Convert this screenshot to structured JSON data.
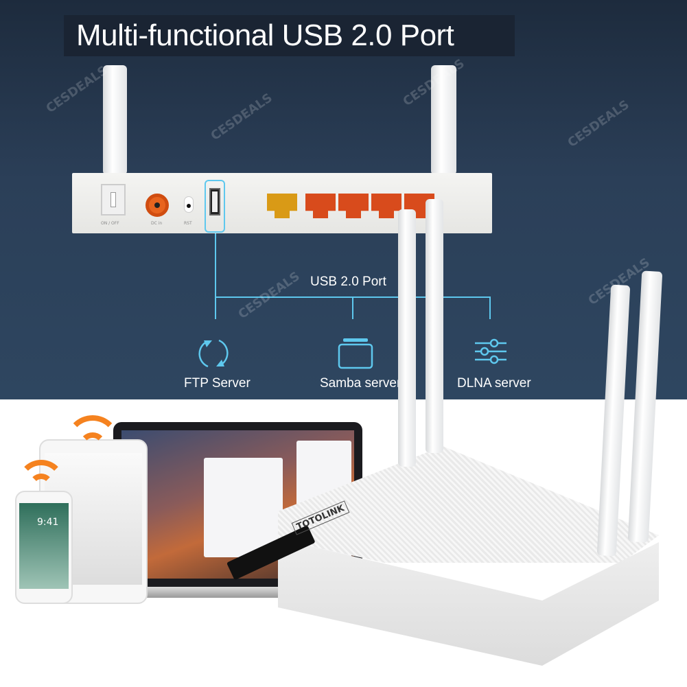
{
  "title": "Multi-functional USB 2.0 Port",
  "panel_labels": {
    "power": "ON / OFF",
    "dc": "DC in",
    "reset": "RST"
  },
  "usb_label": "USB 2.0 Port",
  "features": [
    {
      "label": "FTP Server",
      "icon": "sync-icon"
    },
    {
      "label": "Samba server",
      "icon": "folder-icon"
    },
    {
      "label": "DLNA server",
      "icon": "sliders-icon"
    }
  ],
  "brand": "TOTOLINK",
  "phone_time": "9:41",
  "watermark": "CESDEALS",
  "colors": {
    "accent": "#5ec8ee",
    "lan": "#d84b1c",
    "wan": "#d99a16",
    "wifi": "#f5821f"
  }
}
